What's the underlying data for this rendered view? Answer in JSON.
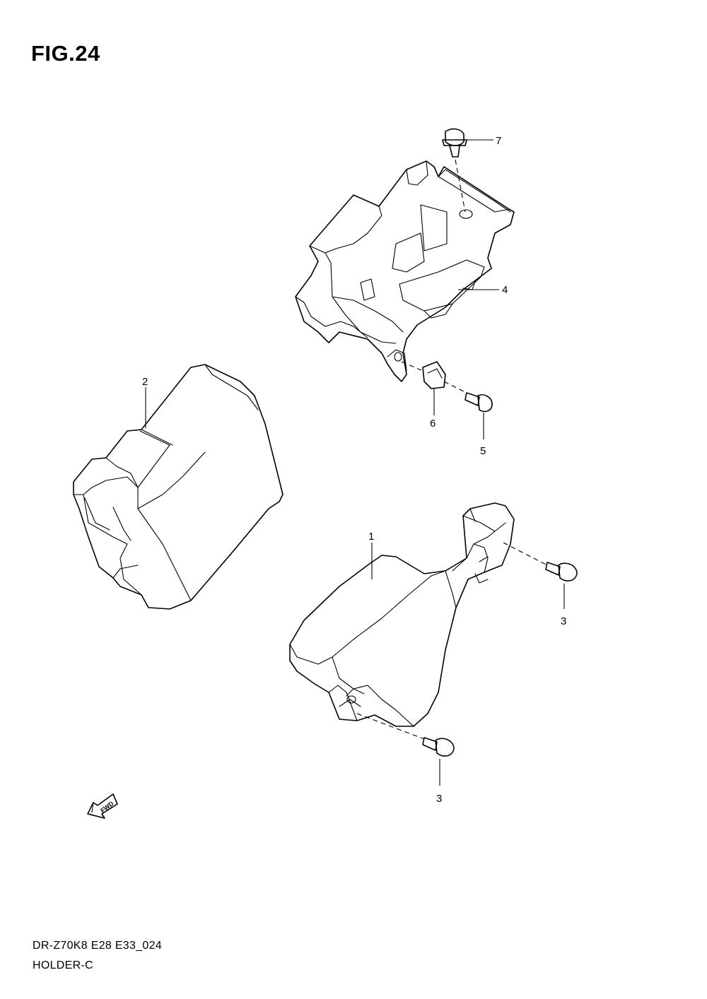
{
  "figure": {
    "title": "FIG.24"
  },
  "callouts": [
    {
      "id": "1",
      "label": "1"
    },
    {
      "id": "2",
      "label": "2"
    },
    {
      "id": "3a",
      "label": "3"
    },
    {
      "id": "3b",
      "label": "3"
    },
    {
      "id": "4",
      "label": "4"
    },
    {
      "id": "5",
      "label": "5"
    },
    {
      "id": "6",
      "label": "6"
    },
    {
      "id": "7",
      "label": "7"
    }
  ],
  "fwd_arrow": {
    "label": "FWD"
  },
  "footer": {
    "model_code": "DR-Z70K8 E28 E33_024",
    "section_name": "HOLDER-C"
  }
}
